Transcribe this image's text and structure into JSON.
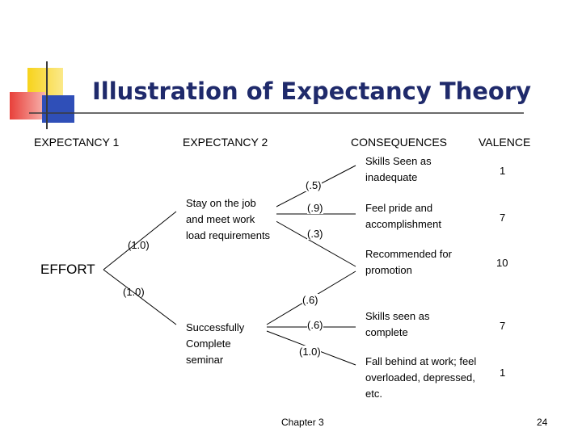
{
  "title": "Illustration of Expectancy Theory",
  "headers": {
    "expectancy1": "EXPECTANCY 1",
    "expectancy2": "EXPECTANCY 2",
    "consequences": "CONSEQUENCES",
    "valence": "VALENCE"
  },
  "effort": "EFFORT",
  "expectancy1_probs": [
    "(1.0)",
    "(1.0)"
  ],
  "outcomes": [
    {
      "label": "Stay on the job and meet work load requirements",
      "consequences": [
        {
          "prob": "(.5)",
          "label": "Skills Seen as inadequate",
          "valence": "1"
        },
        {
          "prob": "(.9)",
          "label": "Feel pride and accomplishment",
          "valence": "7"
        },
        {
          "prob": "(.3)",
          "label": "Recommended for promotion",
          "valence": "10"
        }
      ]
    },
    {
      "label": "Successfully Complete seminar",
      "consequences": [
        {
          "prob": "(.6)",
          "label": "Skills seen as complete",
          "valence": "7"
        },
        {
          "prob": "(.6)",
          "label": "Recommended for promotion",
          "valence": "10"
        },
        {
          "prob": "(1.0)",
          "label": "Fall behind at work; feel overloaded, depressed, etc.",
          "valence": "1"
        }
      ]
    }
  ],
  "footer": {
    "chapter": "Chapter 3",
    "page": "24"
  },
  "colors": {
    "title": "#1f2a6b",
    "logo_yellow": "#f7d31c",
    "logo_red": "#e8403a",
    "logo_blue": "#2f4fb8"
  }
}
